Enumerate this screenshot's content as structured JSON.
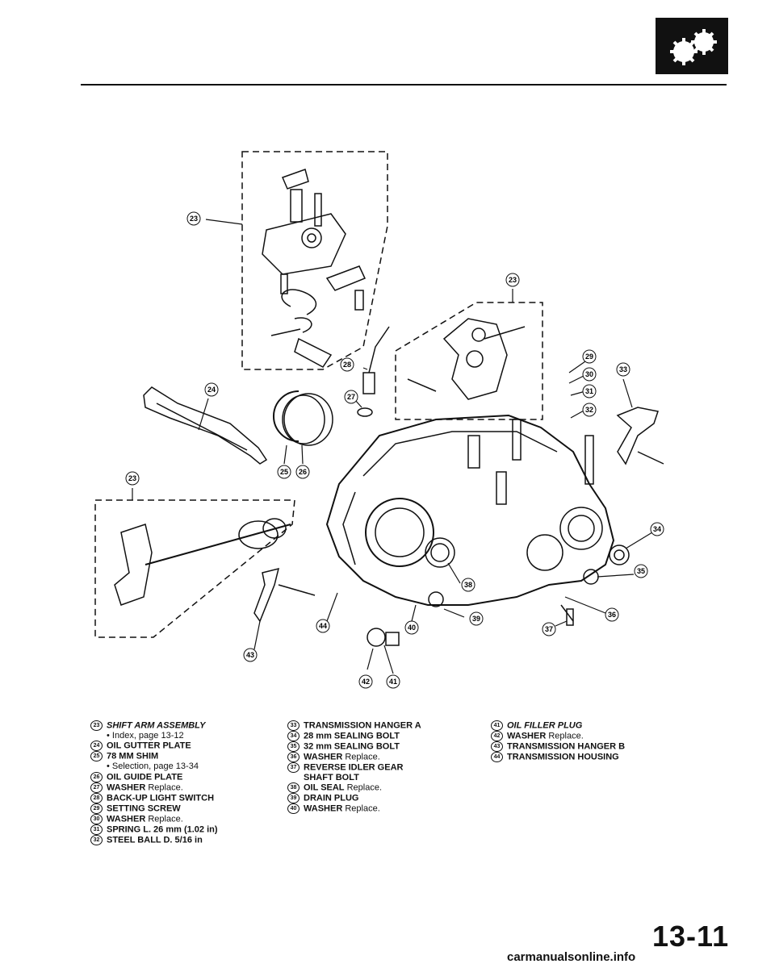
{
  "header": {
    "page_number": "13-11",
    "watermark": "carmanualsonline.info"
  },
  "callouts": [
    "23",
    "23",
    "23",
    "24",
    "25",
    "26",
    "27",
    "28",
    "29",
    "30",
    "31",
    "32",
    "33",
    "34",
    "35",
    "36",
    "37",
    "38",
    "39",
    "40",
    "41",
    "42",
    "43",
    "44"
  ],
  "legend": {
    "col1": [
      {
        "num": "23",
        "name": "SHIFT ARM ASSEMBLY",
        "italic": true,
        "note": ""
      },
      {
        "num": "",
        "sub": "• Index, page 13-12"
      },
      {
        "num": "24",
        "name": "OIL GUTTER PLATE",
        "italic": false,
        "note": ""
      },
      {
        "num": "25",
        "name": "78 mm SHIM",
        "italic": false,
        "note": ""
      },
      {
        "num": "",
        "sub": "• Selection, page 13-34"
      },
      {
        "num": "26",
        "name": "OIL GUIDE PLATE",
        "italic": false,
        "note": ""
      },
      {
        "num": "27",
        "name": "WASHER",
        "italic": false,
        "note": "Replace."
      },
      {
        "num": "28",
        "name": "BACK-UP LIGHT SWITCH",
        "italic": false,
        "note": ""
      },
      {
        "num": "29",
        "name": "SETTING SCREW",
        "italic": false,
        "note": ""
      },
      {
        "num": "30",
        "name": "WASHER",
        "italic": false,
        "note": "Replace."
      },
      {
        "num": "31",
        "name": "SPRING L. 26 mm (1.02 in)",
        "italic": false,
        "note": ""
      },
      {
        "num": "32",
        "name": "STEEL BALL D. 5/16 in",
        "italic": false,
        "note": ""
      }
    ],
    "col2": [
      {
        "num": "33",
        "name": "TRANSMISSION HANGER A",
        "italic": false,
        "note": ""
      },
      {
        "num": "34",
        "name": "28 mm SEALING BOLT",
        "italic": false,
        "note": ""
      },
      {
        "num": "35",
        "name": "32 mm SEALING BOLT",
        "italic": false,
        "note": ""
      },
      {
        "num": "36",
        "name": "WASHER",
        "italic": false,
        "note": "Replace."
      },
      {
        "num": "37",
        "name": "REVERSE IDLER GEAR",
        "italic": false,
        "note": ""
      },
      {
        "num": "",
        "subname": "SHAFT BOLT"
      },
      {
        "num": "38",
        "name": "OIL SEAL",
        "italic": false,
        "note": "Replace."
      },
      {
        "num": "39",
        "name": "DRAIN PLUG",
        "italic": false,
        "note": ""
      },
      {
        "num": "40",
        "name": "WASHER",
        "italic": false,
        "note": "Replace."
      }
    ],
    "col3": [
      {
        "num": "41",
        "name": "OIL FILLER PLUG",
        "italic": true,
        "note": ""
      },
      {
        "num": "42",
        "name": "WASHER",
        "italic": false,
        "note": "Replace."
      },
      {
        "num": "43",
        "name": "TRANSMISSION HANGER B",
        "italic": false,
        "note": ""
      },
      {
        "num": "44",
        "name": "TRANSMISSION HOUSING",
        "italic": false,
        "note": ""
      }
    ]
  }
}
